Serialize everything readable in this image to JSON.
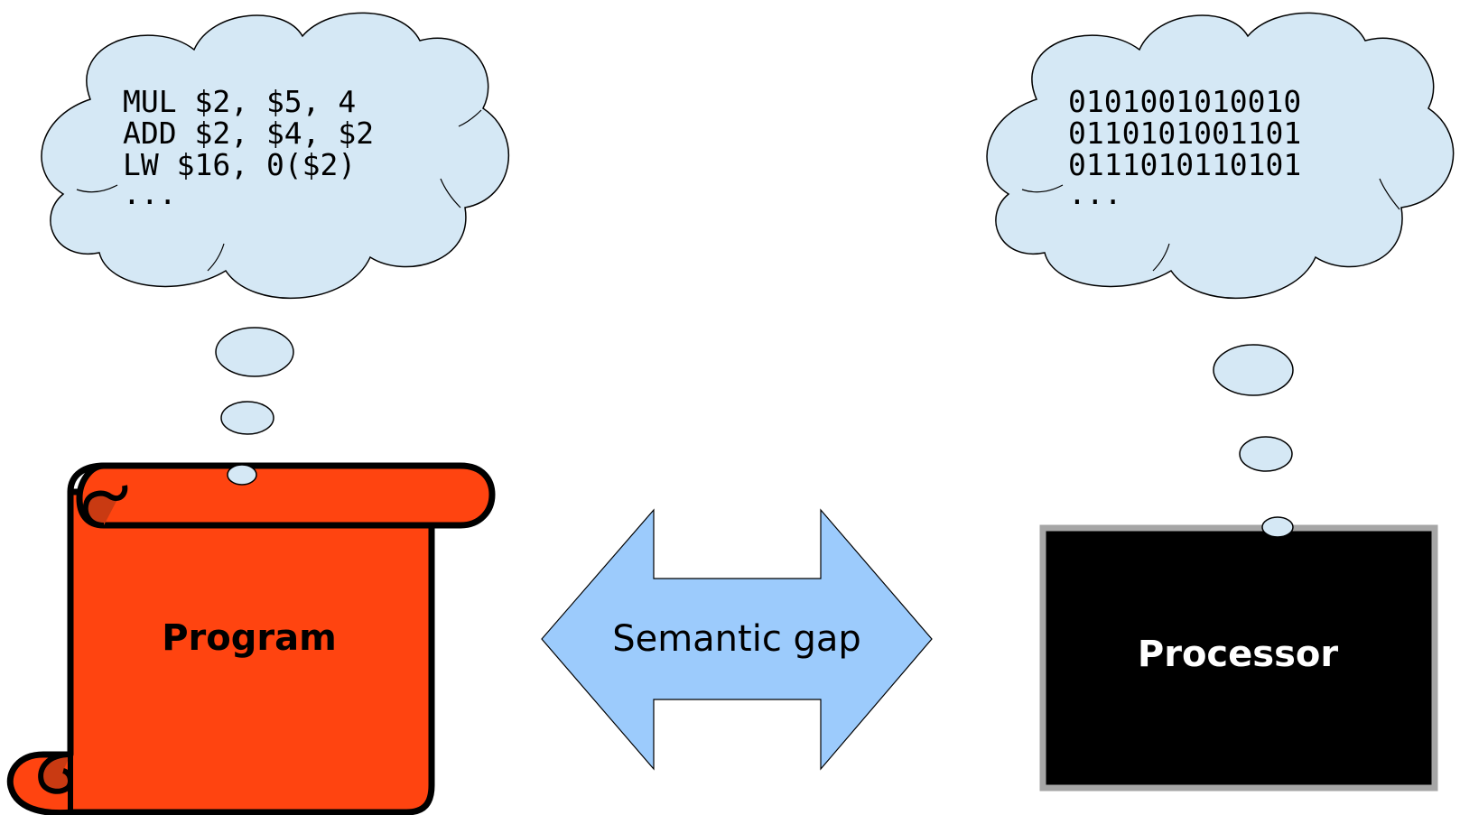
{
  "program_cloud": {
    "lines": [
      "MUL $2, $5, 4",
      "ADD $2, $4, $2",
      "LW $16, 0($2)",
      "..."
    ]
  },
  "processor_cloud": {
    "lines": [
      "0101001010010",
      "0110101001101",
      "0111010110101",
      "..."
    ]
  },
  "program_label": "Program",
  "processor_label": "Processor",
  "gap_label": "Semantic gap",
  "colors": {
    "cloud_fill": "#d5e8f5",
    "scroll_fill": "#ff4410",
    "scroll_curl": "#c93a12",
    "arrow_fill": "#9ccbfc",
    "processor_fill": "#000000",
    "processor_border": "#a6a6a6"
  }
}
